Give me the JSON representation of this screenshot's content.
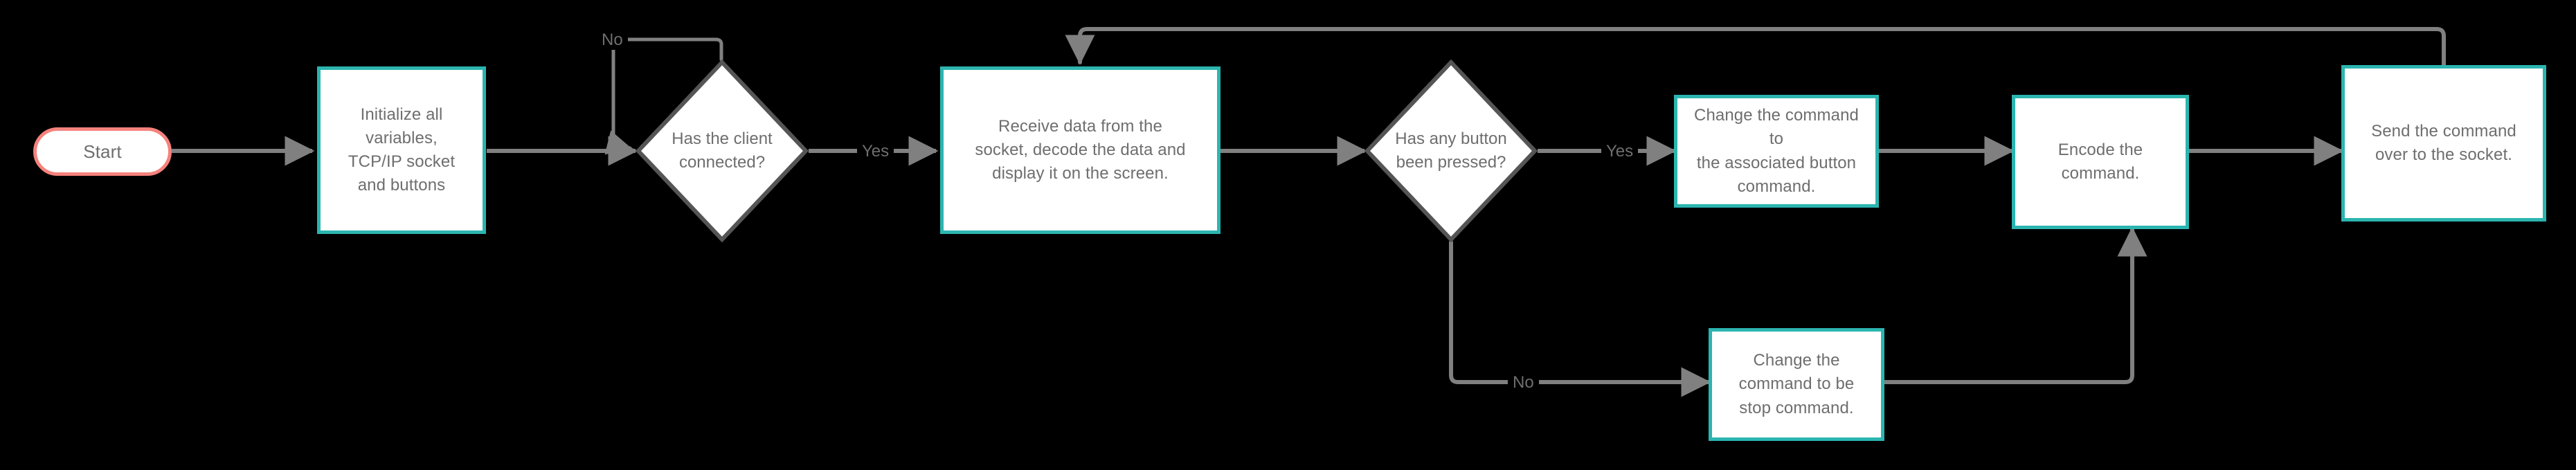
{
  "diagram": {
    "title": "TCP/IP socket client command flowchart",
    "background_color": "#000000",
    "process_border_color": "#2BB5B0",
    "start_border_color": "#F5827C",
    "node_fill_color": "#FFFFFF",
    "text_color": "#6E6E6E",
    "edge_color": "#808080"
  },
  "nodes": [
    {
      "id": "start",
      "shape": "rounded-pill",
      "label": "Start"
    },
    {
      "id": "init",
      "shape": "process",
      "label": "Initialize all\nvariables,\nTCP/IP socket\nand buttons"
    },
    {
      "id": "client-connected",
      "shape": "decision",
      "label": "Has the client\nconnected?"
    },
    {
      "id": "receive-data",
      "shape": "process",
      "label": "Receive data from the\nsocket, decode the data and\ndisplay it on the screen."
    },
    {
      "id": "button-pressed",
      "shape": "decision",
      "label": "Has any button\nbeen pressed?"
    },
    {
      "id": "change-command-button",
      "shape": "process",
      "label": "Change the command to\nthe associated button\ncommand."
    },
    {
      "id": "change-command-stop",
      "shape": "process",
      "label": "Change the\ncommand to be\nstop command."
    },
    {
      "id": "encode-command",
      "shape": "process",
      "label": "Encode the\ncommand."
    },
    {
      "id": "send-command",
      "shape": "process",
      "label": "Send the command\nover to the socket."
    }
  ],
  "edge_labels": {
    "client_no": "No",
    "client_yes": "Yes",
    "button_yes": "Yes",
    "button_no": "No"
  }
}
